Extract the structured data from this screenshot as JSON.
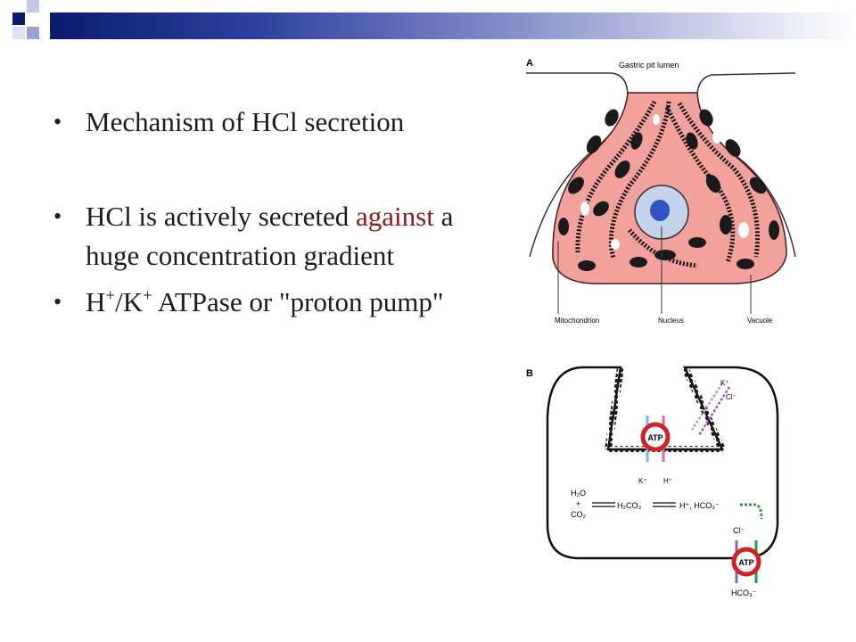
{
  "slide": {
    "bullets": [
      {
        "text": "Mechanism of HCl secretion"
      },
      {
        "pre": "HCl is actively secreted ",
        "emph": "against",
        "post": " a huge concentration gradient"
      },
      {
        "pre": "H",
        "sup1": "+",
        "mid": "/K",
        "sup2": "+",
        "post": " ATPase or \"proton pump\""
      }
    ],
    "bullet_char": "•",
    "emph_color": "#8b1a1a"
  },
  "figure": {
    "panel_a": {
      "label": "A",
      "lumen": "Gastric pit lumen",
      "labels": [
        "Mitochondrion",
        "Nucleus",
        "Vacuole"
      ]
    },
    "panel_b": {
      "label": "B",
      "atp": "ATP",
      "top_ions": [
        "K⁺",
        "Cl⁻"
      ],
      "pump_ions": [
        "K⁺",
        "H⁺"
      ],
      "h2o": "H₂O",
      "plus": "+",
      "co2": "CO₂",
      "h2co3": "H₂CO₃",
      "products": "H⁺, HCO₃⁻",
      "cl": "Cl⁻",
      "hco3": "HCO₃⁻"
    }
  }
}
